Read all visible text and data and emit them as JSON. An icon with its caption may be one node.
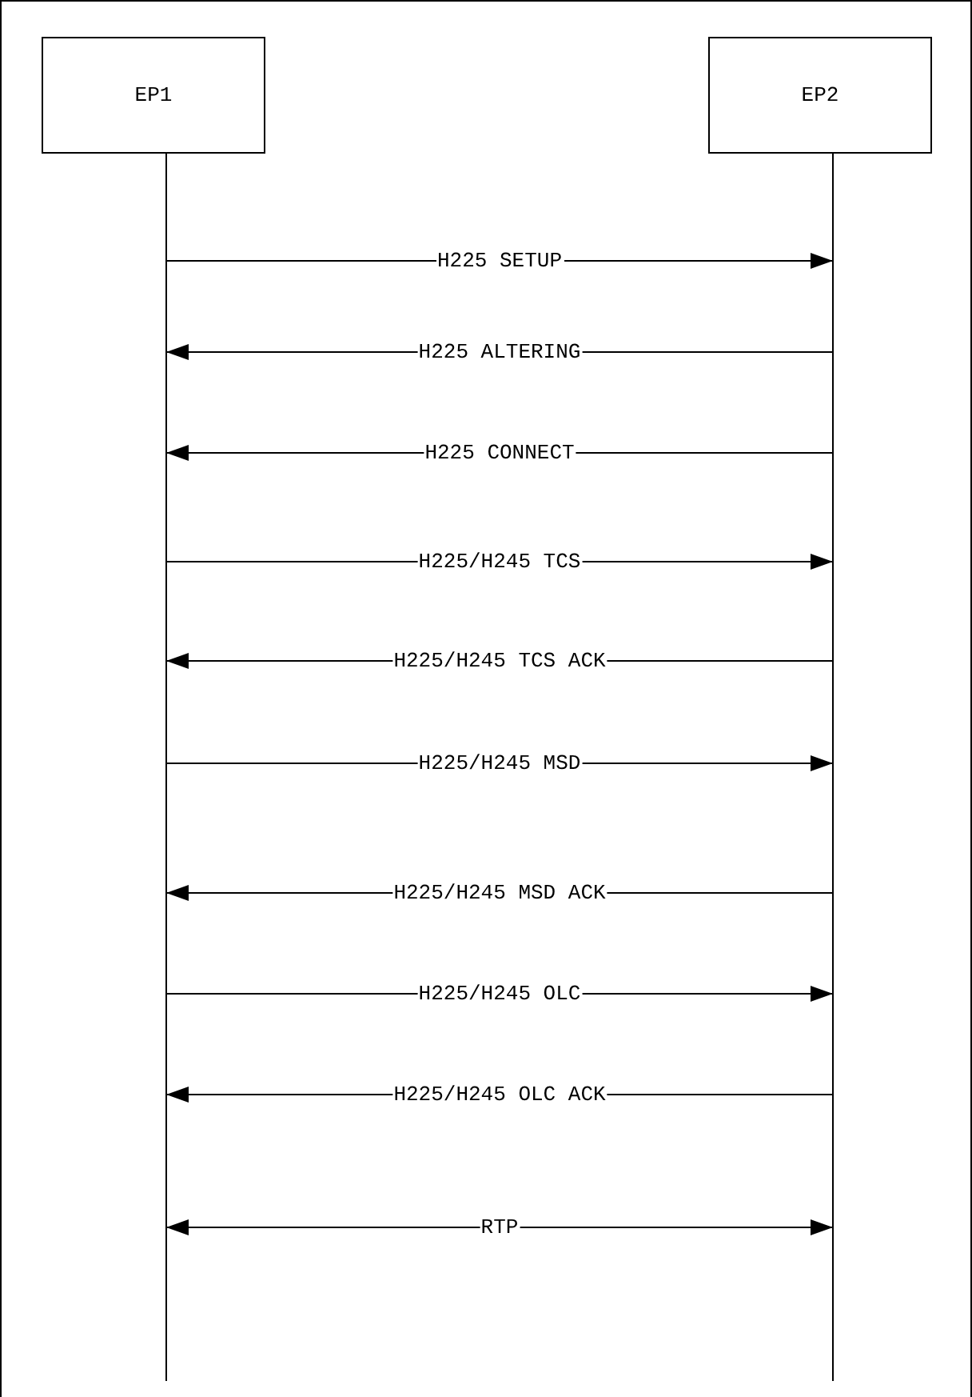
{
  "diagram": {
    "nodes": [
      {
        "text": [
          "EP1"
        ]
      },
      {
        "text": [
          "EP2"
        ]
      }
    ],
    "edges": [
      {
        "from": 0,
        "to": 1,
        "arrow": "to",
        "label": "H225 SETUP"
      },
      {
        "from": 1,
        "to": 0,
        "arrow": "to",
        "label": "H225 ALTERING"
      },
      {
        "from": 1,
        "to": 0,
        "arrow": "to",
        "label": "H225 CONNECT"
      },
      {
        "from": 0,
        "to": 1,
        "arrow": "to",
        "label": "H225/H245 TCS"
      },
      {
        "from": 1,
        "to": 0,
        "arrow": "to",
        "label": "H225/H245 TCS ACK"
      },
      {
        "from": 0,
        "to": 1,
        "arrow": "to",
        "label": "H225/H245 MSD"
      },
      {
        "from": 1,
        "to": 0,
        "arrow": "to",
        "label": "H225/H245 MSD ACK"
      },
      {
        "from": 0,
        "to": 1,
        "arrow": "to",
        "label": "H225/H245 OLC"
      },
      {
        "from": 1,
        "to": 0,
        "arrow": "to",
        "label": "H225/H245 OLC ACK"
      },
      {
        "from": 0,
        "to": 1,
        "arrow": "both",
        "label": "RTP"
      }
    ]
  }
}
